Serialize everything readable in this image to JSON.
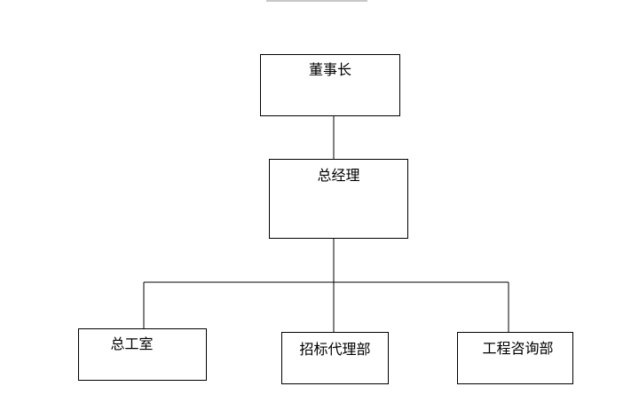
{
  "chart": {
    "nodes": [
      {
        "id": "chairman",
        "label": "董事长"
      },
      {
        "id": "gm",
        "label": "总经理"
      },
      {
        "id": "chief",
        "label": "总工室"
      },
      {
        "id": "bid",
        "label": "招标代理部"
      },
      {
        "id": "consult",
        "label": "工程咨询部"
      }
    ],
    "edges": [
      {
        "from": "chairman",
        "to": "gm"
      },
      {
        "from": "gm",
        "to": "chief"
      },
      {
        "from": "gm",
        "to": "bid"
      },
      {
        "from": "gm",
        "to": "consult"
      }
    ],
    "line_color": "#000000"
  }
}
